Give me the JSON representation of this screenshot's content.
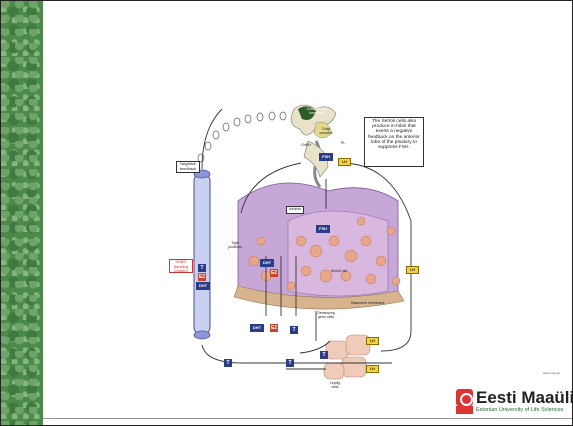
{
  "figure": {
    "callout": "The Sertoli cells also produce in-hibin that exerts a negative feedback on the anterior lobe of the pituitary to suppress FSH.",
    "negative_feedback": "Negative feedback",
    "gnrh": "GnRH",
    "gonadotropin_cells": "Gonadotropic hormones",
    "golgi": "Golgi complex",
    "pl": "PL",
    "lh1": "LH",
    "fsh1": "FSH",
    "fsh2": "FSH",
    "inhibin": "Inhibin",
    "shbg": "SHBG (binding protein)",
    "tight_junction": "Tight junctions",
    "dht1": "DHT",
    "dht2": "DHT",
    "e2_1": "E2",
    "e2_2": "E2",
    "t1": "T",
    "t2": "T",
    "t3": "T",
    "t4": "T",
    "sertoli": "Sertoli cell",
    "basement": "Basement membrane",
    "developing": "Developing germ cells",
    "leydig": "Leydig cells",
    "lh2": "LH",
    "lh3": "LH",
    "lh4": "LH"
  },
  "footer": {
    "url": "www.emu.ee",
    "org_name": "Eesti Maaülikool",
    "org_sub": "Estonian University of Life Sciences"
  },
  "colors": {
    "sidebar": "#4c8a4a",
    "testosterone_tag": "#2a3c8a",
    "estradiol_tag": "#c8452b",
    "lh_tag": "#f3d23d"
  }
}
